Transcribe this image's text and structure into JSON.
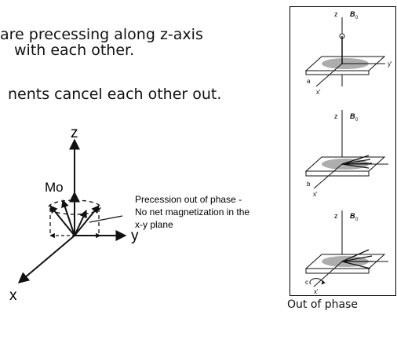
{
  "text": {
    "line1": "are precessing along z-axis",
    "line2": "with each other.",
    "line3": "nents cancel each other out."
  },
  "diagram": {
    "z_label": "z",
    "y_label": "y",
    "x_label": "x",
    "m_label": "Mo",
    "note_line1": "Precession out of phase -",
    "note_line2": "No net magnetization in the",
    "note_line3": "x-y plane"
  },
  "side_panels": {
    "header_z": "z",
    "header_b": "B",
    "subscript": "0",
    "panel_letters": [
      "a",
      "b",
      "c"
    ],
    "x_label": "x'",
    "y_label": "y'",
    "caption": "Out of phase"
  }
}
